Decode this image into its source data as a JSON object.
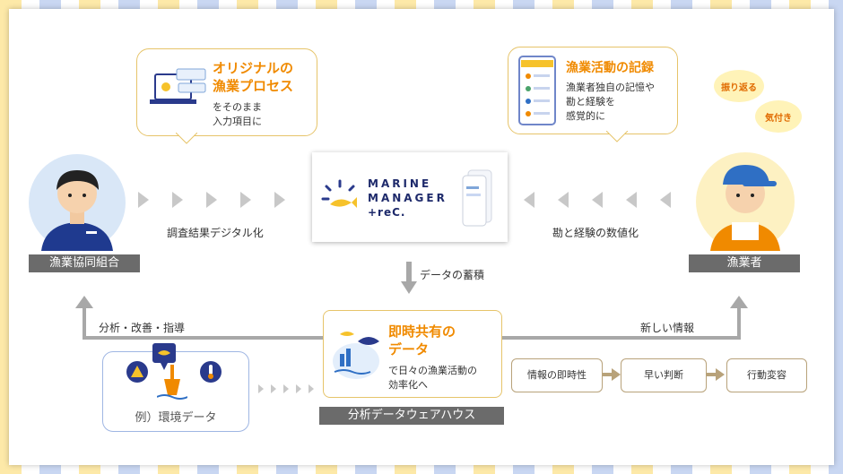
{
  "left_actor": {
    "label": "漁業協同組合"
  },
  "right_actor": {
    "label": "漁業者"
  },
  "bubble_left": {
    "title_line1": "オリジナルの",
    "title_line2": "漁業プロセス",
    "body_line1": "をそのまま",
    "body_line2": "入力項目に"
  },
  "bubble_right": {
    "title": "漁業活動の記録",
    "body_line1": "漁業者独自の記憶や",
    "body_line2": "勘と経験を",
    "body_line3": "感覚的に"
  },
  "blobs": {
    "reflect": "振り返る",
    "notice": "気付き"
  },
  "logo": {
    "line1": "MARINE",
    "line2": "MANAGER",
    "line3": "+reC."
  },
  "arrows": {
    "left_caption": "調査結果デジタル化",
    "right_caption": "勘と経験の数値化",
    "down_caption": "データの蓄積",
    "analysis_caption": "分析・改善・指導",
    "new_info_caption": "新しい情報"
  },
  "center_box": {
    "title_line1": "即時共有の",
    "title_line2": "データ",
    "body_line1": "で日々の漁業活動の",
    "body_line2": "効率化へ"
  },
  "warehouse_label": "分析データウェアハウス",
  "env_box": {
    "label": "例）環境データ"
  },
  "flow": [
    "情報の即時性",
    "早い判断",
    "行動変容"
  ],
  "colors": {
    "accent": "#f08a00",
    "bar": "#6b6b6b",
    "navy": "#2a3a8c"
  }
}
